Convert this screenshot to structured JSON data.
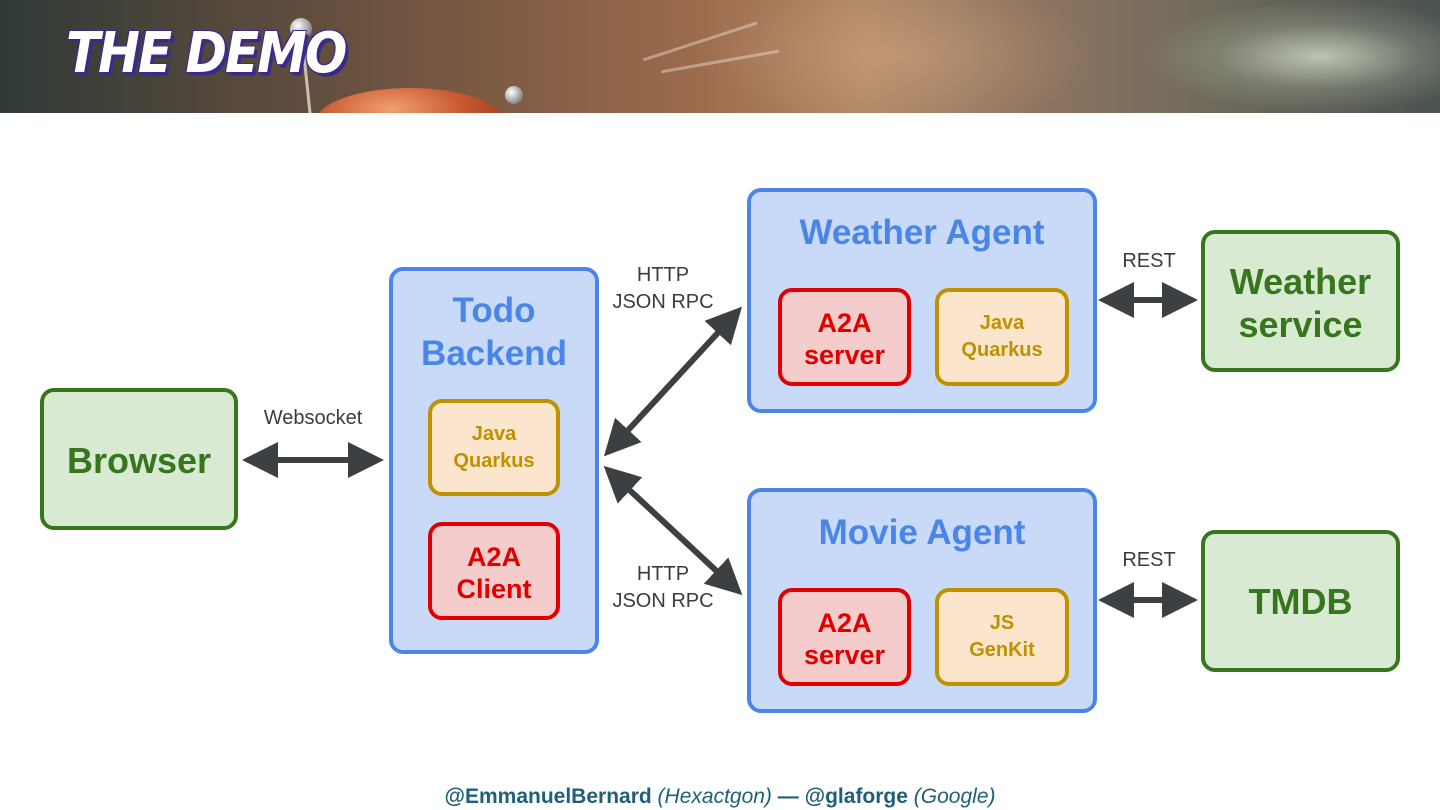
{
  "slide": {
    "title": "THE DEMO"
  },
  "nodes": {
    "browser": "Browser",
    "todo_backend": "Todo\nBackend",
    "todo_java": "Java\nQuarkus",
    "todo_a2a": "A2A\nClient",
    "weather_agent": "Weather Agent",
    "weather_a2a": "A2A\nserver",
    "weather_java": "Java\nQuarkus",
    "movie_agent": "Movie Agent",
    "movie_a2a": "A2A\nserver",
    "movie_js": "JS\nGenKit",
    "weather_service": "Weather\nservice",
    "tmdb": "TMDB"
  },
  "edges": {
    "websocket": "Websocket",
    "http_weather": "HTTP\nJSON RPC",
    "http_movie": "HTTP\nJSON RPC",
    "rest_weather": "REST",
    "rest_tmdb": "REST"
  },
  "footer": {
    "handle1": "@EmmanuelBernard",
    "org1": "(Hexactgon)",
    "sep": "—",
    "handle2": "@glaforge",
    "org2": "(Google)"
  },
  "colors": {
    "external": "#38761d",
    "agent": "#4a86e8",
    "a2a": "#e00000",
    "runtime": "#bf9000",
    "arrow": "#3c4043"
  }
}
